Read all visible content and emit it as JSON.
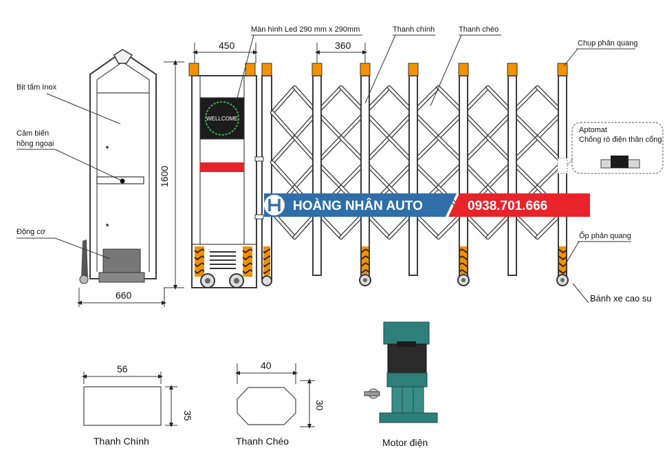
{
  "labels": {
    "led": "Màn hình Led 290 mm x 290mm",
    "main_bar": "Thanh chính",
    "cross_bar": "Thanh chéo",
    "reflector_cap": "Chụp phản quang",
    "inox_cover": "Bịt tấm Inox",
    "ir_sensor_1": "Cảm biến",
    "ir_sensor_2": "hồng ngoại",
    "motor": "Động cơ",
    "aptomat_1": "Aptomat",
    "aptomat_2": "Chống rò điện thân cổng",
    "reflector_cover": "Ốp phản quang",
    "rubber_wheel": "Bánh xe cao su"
  },
  "led_screen": {
    "text": "WELLCOME"
  },
  "dimensions": {
    "head_width": "450",
    "bar_spacing": "360",
    "height": "1600",
    "side_width": "660",
    "main_w": "56",
    "main_h": "35",
    "cross_w": "40",
    "cross_h": "30"
  },
  "banner": {
    "brand": "HOÀNG NHÂN AUTO",
    "phone": "0938.701.666"
  },
  "captions": {
    "main": "Thanh Chính",
    "cross": "Thanh Chéo",
    "motor": "Motor điện"
  },
  "colors": {
    "accent_orange": "#f29200",
    "banner_blue": "#2f6ea8",
    "banner_red": "#e8232a",
    "motor_teal": "#2e7f7a"
  }
}
